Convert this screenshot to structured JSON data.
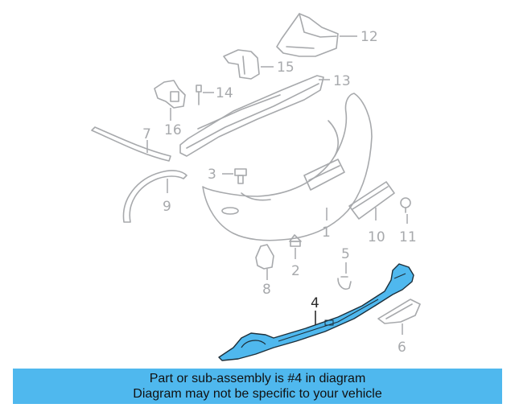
{
  "diagram": {
    "callouts": [
      "1",
      "2",
      "3",
      "4",
      "5",
      "6",
      "7",
      "8",
      "9",
      "10",
      "11",
      "12",
      "13",
      "14",
      "15",
      "16"
    ],
    "highlighted_part": "4",
    "colors": {
      "highlight": "#4fb8ee",
      "line": "#a7a9ac",
      "banner": "#4fb8ee"
    }
  },
  "banner": {
    "line1": "Part or sub-assembly is #4 in diagram",
    "line2": "Diagram may not be specific to your vehicle"
  }
}
